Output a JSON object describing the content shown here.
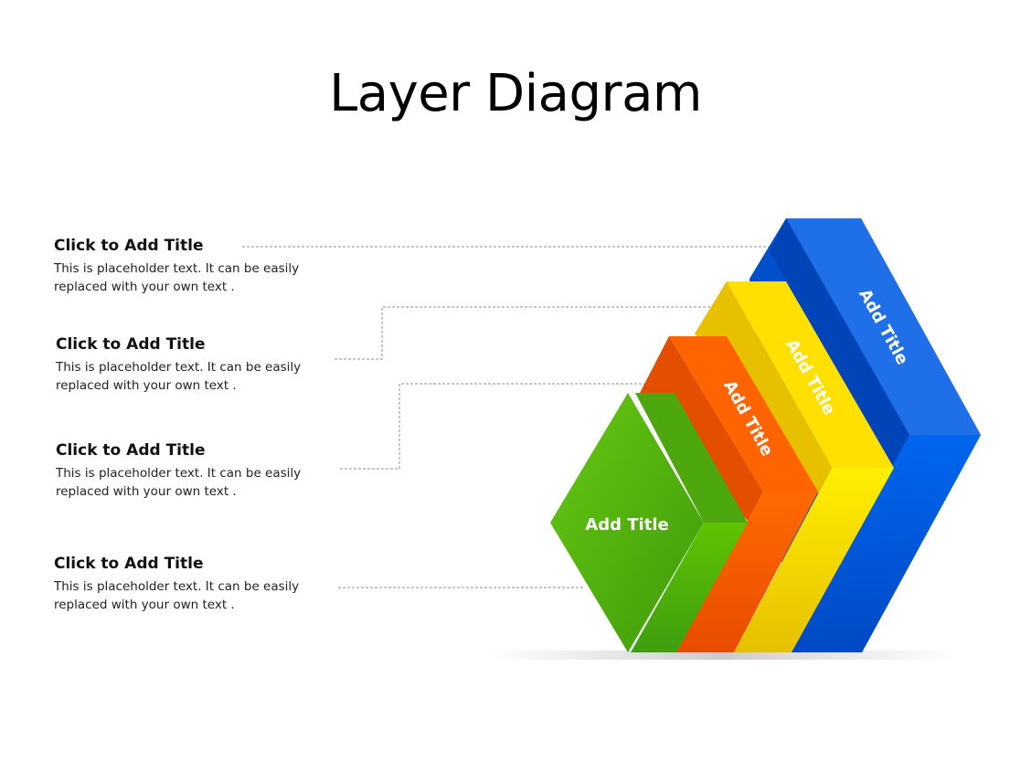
{
  "title": "Layer Diagram",
  "items": [
    {
      "title": "Click to Add Title",
      "body": "This is placeholder  text. It can be easily replaced  with your own text ."
    },
    {
      "title": "Click to Add Title",
      "body": "This is placeholder  text. It can be easily replaced  with your own text ."
    },
    {
      "title": "Click to Add Title",
      "body": "This is placeholder  text. It can be easily replaced  with your own text ."
    },
    {
      "title": "Click to Add Title",
      "body": "This is placeholder  text. It can be easily replaced  with your own text ."
    }
  ],
  "layers": [
    {
      "label": "Add Title",
      "color": "#0058D6"
    },
    {
      "label": "Add Title",
      "color": "#F6D800"
    },
    {
      "label": "Add Title",
      "color": "#FF5A00"
    },
    {
      "label": "Add Title",
      "color": "#4FB10C"
    }
  ]
}
